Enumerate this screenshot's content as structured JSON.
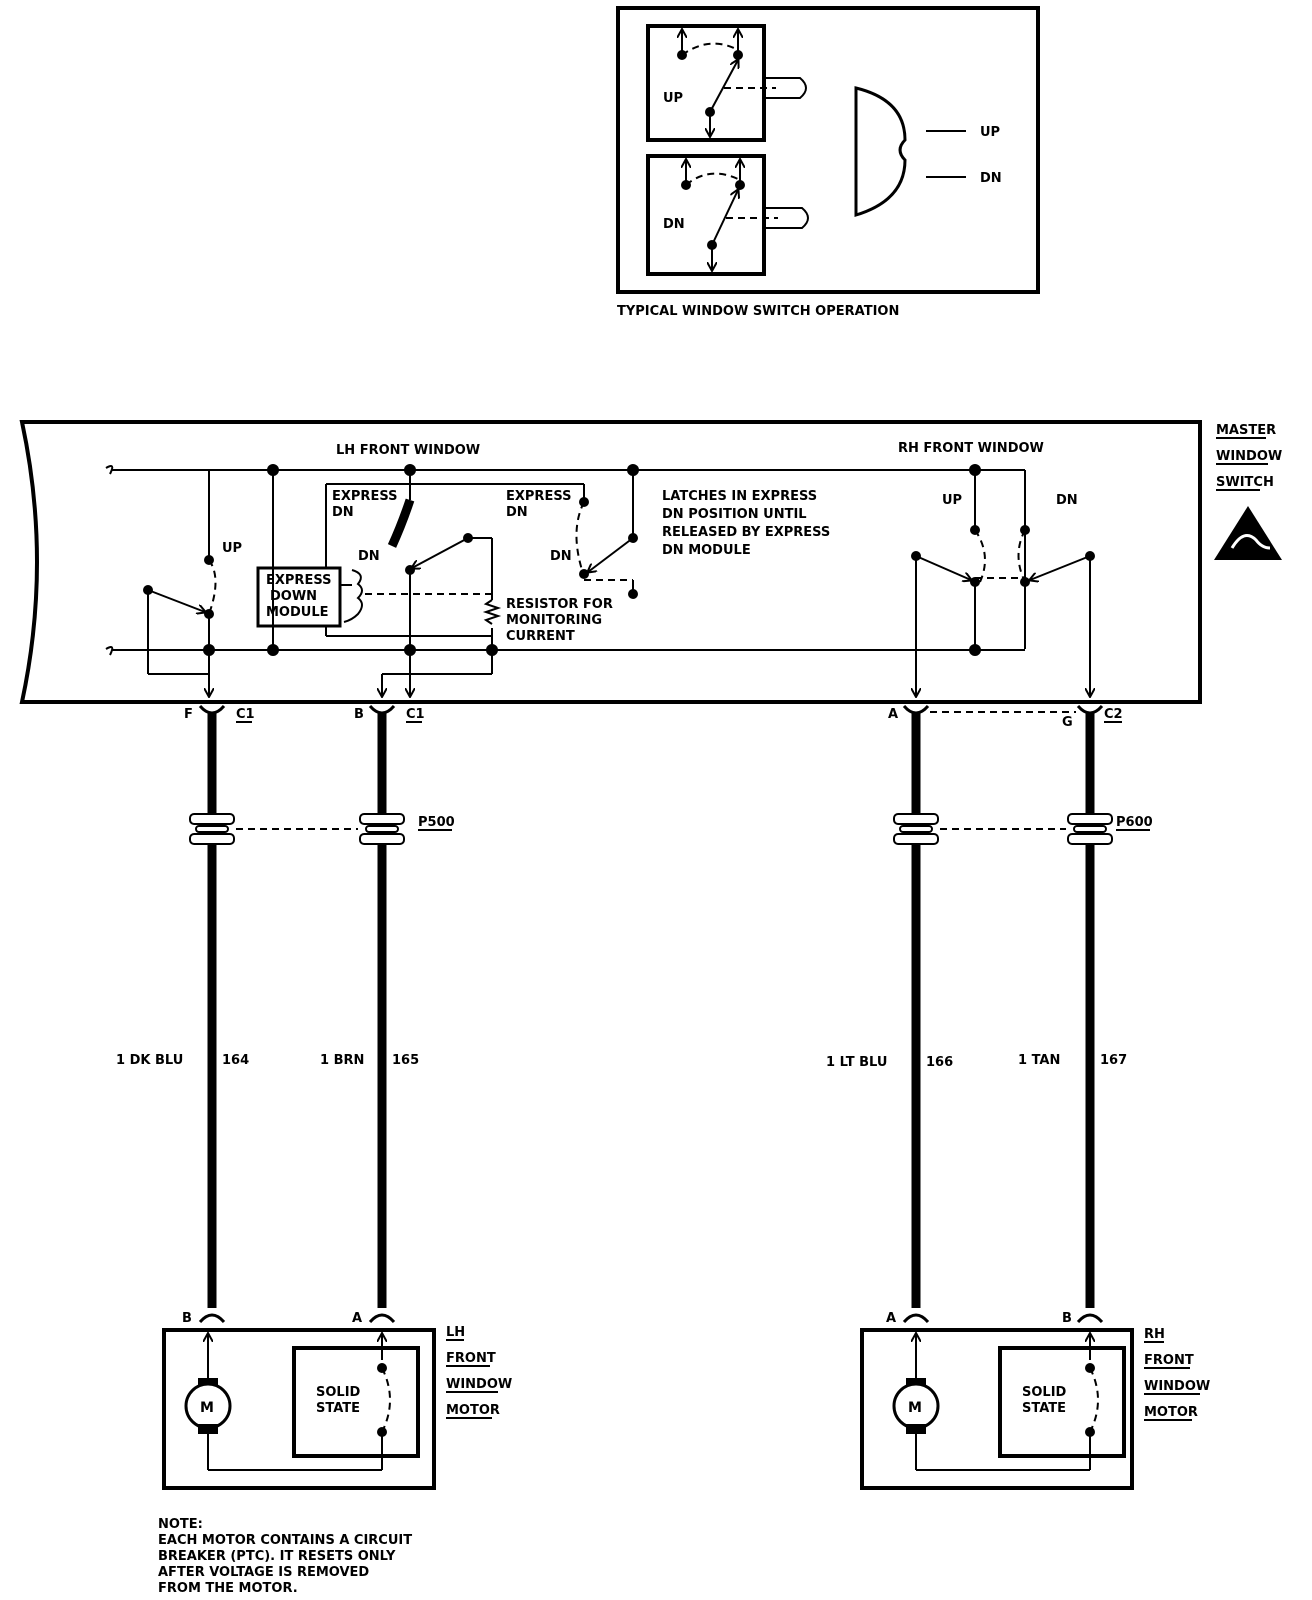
{
  "inset": {
    "caption": "TYPICAL WINDOW SWITCH OPERATION",
    "switch_up_label": "UP",
    "switch_dn_label": "DN",
    "out_up": "UP",
    "out_dn": "DN"
  },
  "master": {
    "title_line1": "MASTER",
    "title_line2": "WINDOW",
    "title_line3": "SWITCH",
    "lh_heading": "LH FRONT WINDOW",
    "rh_heading": "RH FRONT WINDOW",
    "lh_up": "UP",
    "lh_dn": "DN",
    "express_dn1_a": "EXPRESS",
    "express_dn1_b": "DN",
    "express_dn2_a": "EXPRESS",
    "express_dn2_b": "DN",
    "dn_small": "DN",
    "module_l1": "EXPRESS",
    "module_l2": "DOWN",
    "module_l3": "MODULE",
    "resistor_l1": "RESISTOR FOR",
    "resistor_l2": "MONITORING",
    "resistor_l3": "CURRENT",
    "latch_l1": "LATCHES IN EXPRESS",
    "latch_l2": "DN POSITION UNTIL",
    "latch_l3": "RELEASED BY EXPRESS",
    "latch_l4": "DN MODULE",
    "rh_up": "UP",
    "rh_dn": "DN"
  },
  "connectors": {
    "pin_f": "F",
    "c1_a": "C1",
    "pin_b": "B",
    "c1_b": "C1",
    "pin_a": "A",
    "pin_g": "G",
    "c2": "C2",
    "p500": "P500",
    "p600": "P600"
  },
  "wires": [
    {
      "gauge_color": "1 DK BLU",
      "circuit": "164"
    },
    {
      "gauge_color": "1 BRN",
      "circuit": "165"
    },
    {
      "gauge_color": "1 LT BLU",
      "circuit": "166"
    },
    {
      "gauge_color": "1 TAN",
      "circuit": "167"
    }
  ],
  "lh_motor": {
    "pin_left": "B",
    "pin_right": "A",
    "motor_symbol": "M",
    "ss_l1": "SOLID",
    "ss_l2": "STATE",
    "label_l1": "LH",
    "label_l2": "FRONT",
    "label_l3": "WINDOW",
    "label_l4": "MOTOR"
  },
  "rh_motor": {
    "pin_left": "A",
    "pin_right": "B",
    "motor_symbol": "M",
    "ss_l1": "SOLID",
    "ss_l2": "STATE",
    "label_l1": "RH",
    "label_l2": "FRONT",
    "label_l3": "WINDOW",
    "label_l4": "MOTOR"
  },
  "note": {
    "l1": "NOTE:",
    "l2": "EACH MOTOR CONTAINS A CIRCUIT",
    "l3": "BREAKER (PTC). IT RESETS ONLY",
    "l4": "AFTER VOLTAGE IS REMOVED",
    "l5": "FROM THE MOTOR."
  }
}
